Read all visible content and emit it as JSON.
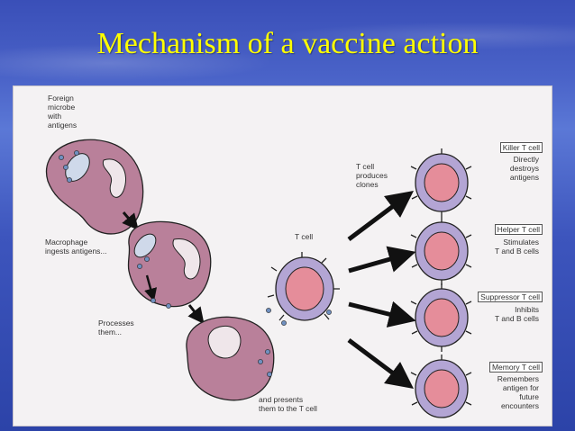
{
  "slide": {
    "title": "Mechanism of a vaccine action"
  },
  "diagram": {
    "labels": {
      "foreign_microbe": "Foreign\nmicrobe\nwith\nantigens",
      "macrophage": "Macrophage\ningests antigens...",
      "processes": "Processes\nthem...",
      "presents": "and presents\nthem to the T cell",
      "t_cell": "T cell",
      "t_cell_clones": "T cell\nproduces\nclones"
    },
    "cell_types": [
      {
        "name": "Killer T cell",
        "description": "Directly\ndestroys\nantigens"
      },
      {
        "name": "Helper T cell",
        "description": "Stimulates\nT and B cells"
      },
      {
        "name": "Suppressor T cell",
        "description": "Inhibits\nT and B cells"
      },
      {
        "name": "Memory T cell",
        "description": "Remembers\nantigen for\nfuture\nencounters"
      }
    ],
    "colors": {
      "macrophage": "#b9809a",
      "t_cell_membrane": "#b3a5d4",
      "t_cell_nucleus": "#e58d9a",
      "antigen": "#7090c0"
    }
  }
}
